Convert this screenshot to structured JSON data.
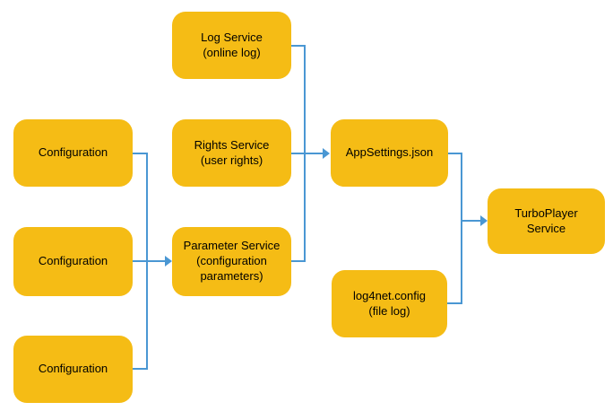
{
  "diagram": {
    "colors": {
      "background": "#FFFFFF",
      "node_fill": "#F5BC15",
      "node_text": "#000000",
      "connector": "#4A97D3"
    },
    "nodes": {
      "config1": {
        "label": "Configuration"
      },
      "config2": {
        "label": "Configuration"
      },
      "config3": {
        "label": "Configuration"
      },
      "log_service": {
        "label": "Log Service\n(online log)"
      },
      "rights_service": {
        "label": "Rights Service\n(user rights)"
      },
      "parameter_service": {
        "label": "Parameter Service\n(configuration\nparameters)"
      },
      "appsettings_json": {
        "label": "AppSettings.json"
      },
      "log4net_config": {
        "label": "log4net.config\n(file log)"
      },
      "turboplayer_service": {
        "label": "TurboPlayer\nService"
      }
    },
    "edges": [
      {
        "from": "config1",
        "to": "parameter_service"
      },
      {
        "from": "config2",
        "to": "parameter_service"
      },
      {
        "from": "config3",
        "to": "parameter_service"
      },
      {
        "from": "log_service",
        "to": "appsettings_json"
      },
      {
        "from": "rights_service",
        "to": "appsettings_json"
      },
      {
        "from": "parameter_service",
        "to": "appsettings_json"
      },
      {
        "from": "appsettings_json",
        "to": "turboplayer_service"
      },
      {
        "from": "log4net_config",
        "to": "turboplayer_service"
      }
    ]
  }
}
